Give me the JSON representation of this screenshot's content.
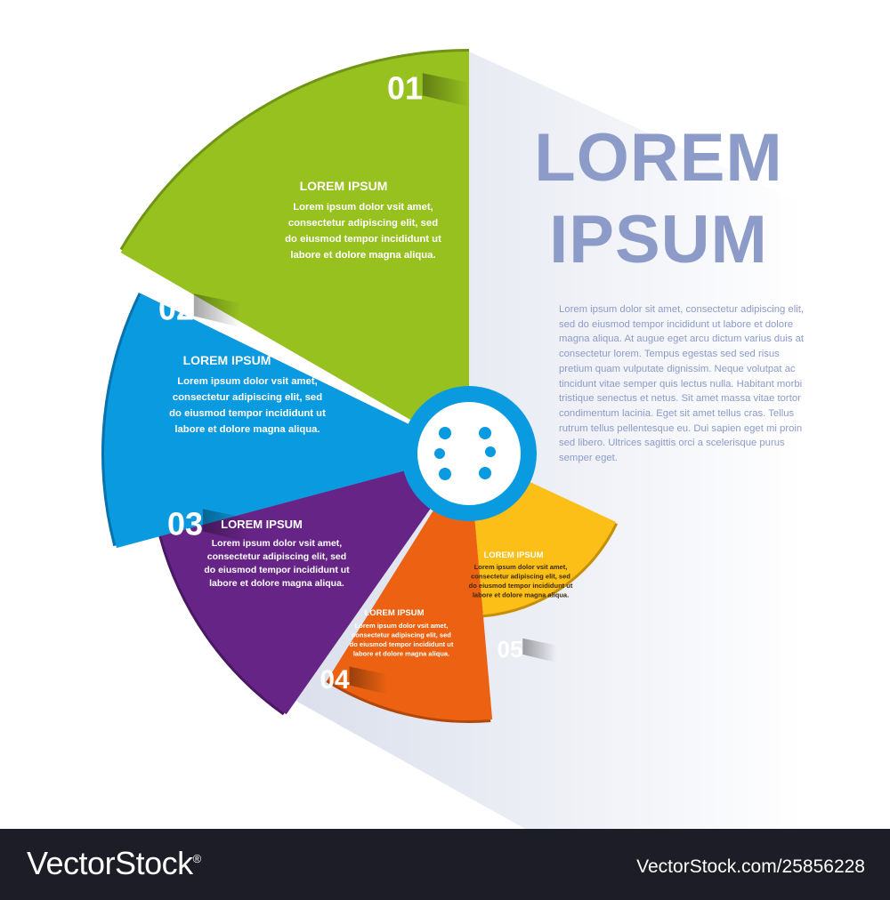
{
  "headline": {
    "line1": "LOREM",
    "line2": "IPSUM"
  },
  "paragraph": "Lorem ipsum dolor sit amet, consectetur adipiscing elit, sed do eiusmod tempor incididunt ut labore et dolore magna aliqua. At augue eget arcu dictum varius duis at consectetur lorem. Tempus egestas sed sed risus pretium quam vulputate dignissim. Neque volutpat ac tincidunt vitae semper quis lectus nulla. Habitant morbi tristique senectus et netus. Sit amet massa vitae tortor condimentum lacinia. Eget sit amet tellus cras. Tellus rutrum tellus pellentesque eu. Dui sapien eget mi proin sed libero. Ultrices sagittis orci a scelerisque purus semper eget.",
  "segments": [
    {
      "number": "01",
      "title": "LOREM IPSUM",
      "body": [
        "Lorem ipsum dolor vsit amet,",
        "consectetur adipiscing elit, sed",
        "do eiusmod tempor incididunt ut",
        "labore et dolore magna aliqua."
      ],
      "color": "#96c11f",
      "shade": "#6f9416"
    },
    {
      "number": "02",
      "title": "LOREM IPSUM",
      "body": [
        "Lorem ipsum dolor vsit amet,",
        "consectetur adipiscing elit, sed",
        "do eiusmod tempor incididunt ut",
        "labore et dolore magna aliqua."
      ],
      "color": "#0a9ae0",
      "shade": "#0772ad"
    },
    {
      "number": "03",
      "title": "LOREM IPSUM",
      "body": [
        "Lorem ipsum dolor vsit amet,",
        "consectetur adipiscing elit, sed",
        "do eiusmod tempor incididunt ut",
        "labore et dolore magna aliqua."
      ],
      "color": "#672487",
      "shade": "#4a1764"
    },
    {
      "number": "04",
      "title": "LOREM IPSUM",
      "body": [
        "Lorem ipsum dolor vsit amet,",
        "consectetur adipiscing elit, sed",
        "do eiusmod tempor incididunt ut",
        "labore et dolore magna aliqua."
      ],
      "color": "#ec6212",
      "shade": "#b2470c"
    },
    {
      "number": "05",
      "title": "LOREM IPSUM",
      "body": [
        "Lorem ipsum dolor vsit amet,",
        "consectetur adipiscing elit, sed",
        "do eiusmod tempor incididunt ut",
        "labore et dolore magna aliqua."
      ],
      "color": "#fbbf17",
      "shade": "#c58f08"
    }
  ],
  "hub": {
    "icon": "film-reel-icon",
    "ring_color": "#0a9ae0"
  },
  "colors": {
    "heading": "#8c9bc8",
    "shadow": "#dfe3ee",
    "footer_bg": "#1c1d26"
  },
  "footer": {
    "brand": "VectorStock",
    "registered": "®",
    "image_id": "VectorStock.com/25856228"
  }
}
